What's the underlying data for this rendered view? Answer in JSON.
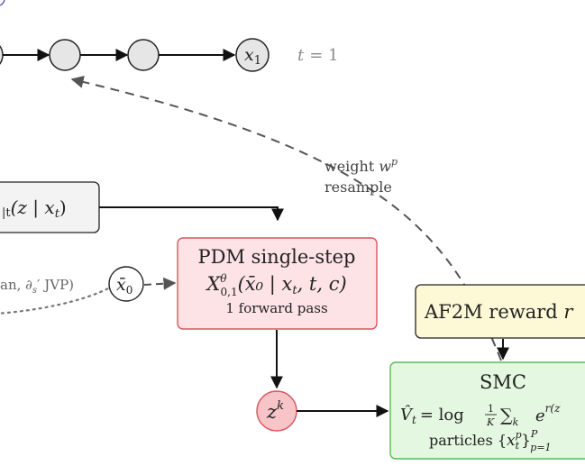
{
  "chain": {
    "x1_label": "x",
    "x1_sub": "1",
    "t_label": "t",
    "t_value": "= 1"
  },
  "dashed_arrow": {
    "label_line1_prefix": "weight ",
    "label_line1_var": "w",
    "label_line1_sup": "p",
    "label_line2": "resample"
  },
  "posterior_box": {
    "prefix": "|t",
    "expr": "(z | x",
    "sub": "t",
    "suffix": ")"
  },
  "pdm_box": {
    "title": "PDM single-step",
    "formula_var": "X",
    "formula_sup": "θ",
    "formula_sub": "0,1",
    "formula_args": "(x̄₀ | x",
    "formula_args_sub": "t",
    "formula_args_tail": ", t, c)",
    "note": "1 forward pass"
  },
  "xbar_node": {
    "var": "x̄",
    "sub": "0"
  },
  "dotted_label": {
    "text": "an, ∂",
    "sub": "s",
    "tail": "′ JVP)"
  },
  "zk_node": {
    "var": "z",
    "sup": "k"
  },
  "reward_box": {
    "label": "AF2M reward ",
    "var": "r"
  },
  "smc_box": {
    "title": "SMC",
    "value_var": "V̂",
    "value_sub": "t",
    "value_eq": "= log",
    "frac_num": "1",
    "frac_den": "K",
    "sum": "∑",
    "sum_sub": "k",
    "exp_base": "e",
    "exp_sup": "r(z",
    "particles_prefix": "particles {",
    "particles_var": "x",
    "particles_sup": "p",
    "particles_sub": "t",
    "particles_close": "}",
    "particles_upper": "P",
    "particles_lower": "p=1"
  },
  "colors": {
    "pdm_fill": "#fde3e5",
    "pdm_stroke": "#d9565f",
    "reward_fill": "#fdf8d6",
    "smc_fill": "#e4f7e0",
    "smc_stroke": "#5cb85c",
    "node_fill": "#e6e6e6",
    "zk_fill": "#f7c4c8"
  }
}
